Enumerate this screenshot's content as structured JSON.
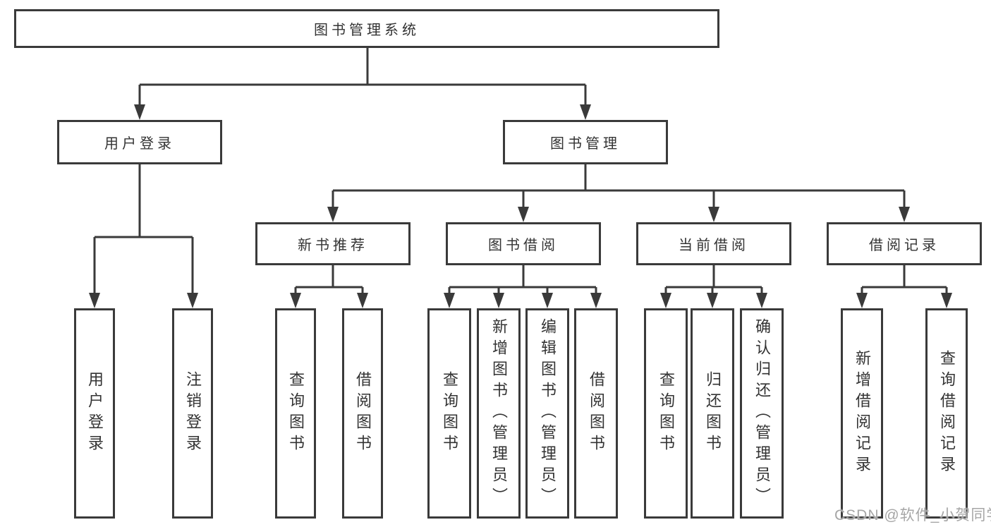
{
  "diagram": {
    "title": "图书管理系统",
    "branches": [
      {
        "label": "用户登录",
        "children": [
          {
            "label": "用户登录"
          },
          {
            "label": "注销登录"
          }
        ]
      },
      {
        "label": "图书管理",
        "children": [
          {
            "label": "新书推荐",
            "children": [
              {
                "label": "查询图书"
              },
              {
                "label": "借阅图书"
              }
            ]
          },
          {
            "label": "图书借阅",
            "children": [
              {
                "label": "查询图书"
              },
              {
                "label": "新增图书（管理员）"
              },
              {
                "label": "编辑图书（管理员）"
              },
              {
                "label": "借阅图书"
              }
            ]
          },
          {
            "label": "当前借阅",
            "children": [
              {
                "label": "查询图书"
              },
              {
                "label": "归还图书"
              },
              {
                "label": "确认归还（管理员）"
              }
            ]
          },
          {
            "label": "借阅记录",
            "children": [
              {
                "label": "新增借阅记录"
              },
              {
                "label": "查询借阅记录"
              }
            ]
          }
        ]
      }
    ]
  },
  "watermark": {
    "text": "CSDN @软件_小贺同学"
  },
  "colors": {
    "line": "#3a3a3a",
    "text": "#333333",
    "box_background": "#ffffff",
    "watermark": "#a6a6a6"
  }
}
